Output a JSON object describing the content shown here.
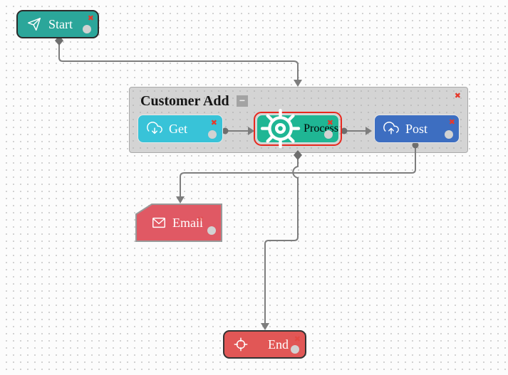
{
  "canvas": {
    "type": "flow-editor",
    "grid": "dotted"
  },
  "group": {
    "title": "Customer Add",
    "collapse_label": "−"
  },
  "nodes": {
    "start": {
      "label": "Start",
      "icon": "paper-plane-icon",
      "color": "#2ba69a"
    },
    "get": {
      "label": "Get",
      "icon": "cloud-download-icon",
      "color": "#38c3d8"
    },
    "process": {
      "label": "Process",
      "icon": "gear-icon",
      "color": "#1fb694",
      "selected": true
    },
    "post": {
      "label": "Post",
      "icon": "cloud-upload-icon",
      "color": "#3d6ec1"
    },
    "email": {
      "label": "Email",
      "icon": "envelope-icon",
      "color": "#e05964"
    },
    "end": {
      "label": "End",
      "icon": "crosshair-icon",
      "color": "#e15756"
    }
  },
  "controls": {
    "close_label": "✖"
  },
  "connections": [
    {
      "from": "start",
      "to": "group"
    },
    {
      "from": "get",
      "to": "process"
    },
    {
      "from": "process",
      "to": "post"
    },
    {
      "from": "post",
      "to": "email"
    },
    {
      "from": "process",
      "to": "end"
    }
  ],
  "colors": {
    "connection": "#7d7d7d",
    "selection_ring": "#e8281e",
    "port": "#d2d2d2",
    "close_x": "#e6392b",
    "group_bg": "#d4d4d4"
  }
}
